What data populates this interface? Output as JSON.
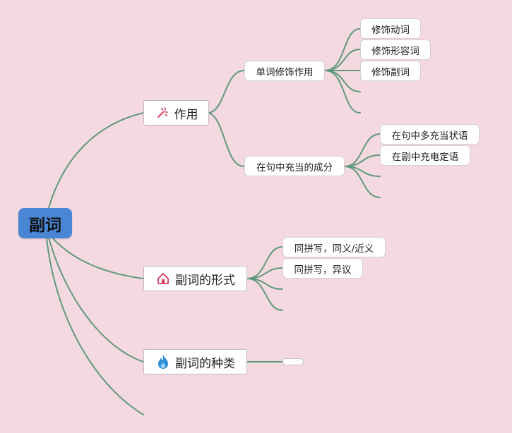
{
  "root": {
    "label": "副词"
  },
  "branches": [
    {
      "label": "作用",
      "icon": "magic-wand-icon",
      "children": [
        {
          "label": "单词修饰作用",
          "children": [
            "修饰动词",
            "修饰形容词",
            "修饰副词"
          ]
        },
        {
          "label": "在句中充当的成分",
          "children": [
            "在句中多充当状语",
            "在剧中充电定语"
          ]
        }
      ]
    },
    {
      "label": "副词的形式",
      "icon": "house-icon",
      "children": [
        "同拼写，同义/近义",
        "同拼写，异议"
      ]
    },
    {
      "label": "副词的种类",
      "icon": "flame-icon",
      "children": [
        ""
      ]
    }
  ],
  "colors": {
    "background": "#f5d9e0",
    "line": "#5f9980",
    "root": "#4a86d6"
  }
}
